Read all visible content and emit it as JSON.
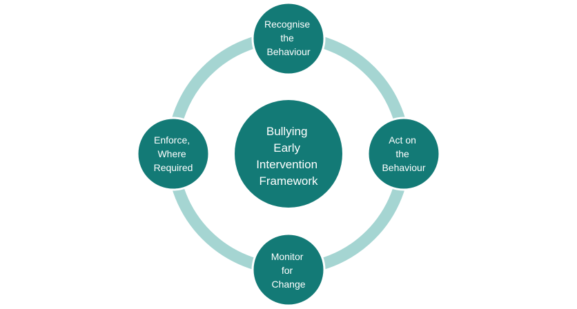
{
  "colors": {
    "ring": "#a5d5d2",
    "node_fill": "#137a76",
    "node_stroke": "#ffffff",
    "text": "#ffffff",
    "background": "#ffffff"
  },
  "center": {
    "lines": [
      "Bullying",
      "Early",
      "Intervention",
      "Framework"
    ]
  },
  "nodes": {
    "top": {
      "lines": [
        "Recognise",
        "the",
        "Behaviour"
      ]
    },
    "right": {
      "lines": [
        "Act on",
        "the",
        "Behaviour"
      ]
    },
    "bottom": {
      "lines": [
        "Monitor",
        "for",
        "Change"
      ]
    },
    "left": {
      "lines": [
        "Enforce,",
        "Where",
        "Required"
      ]
    }
  }
}
